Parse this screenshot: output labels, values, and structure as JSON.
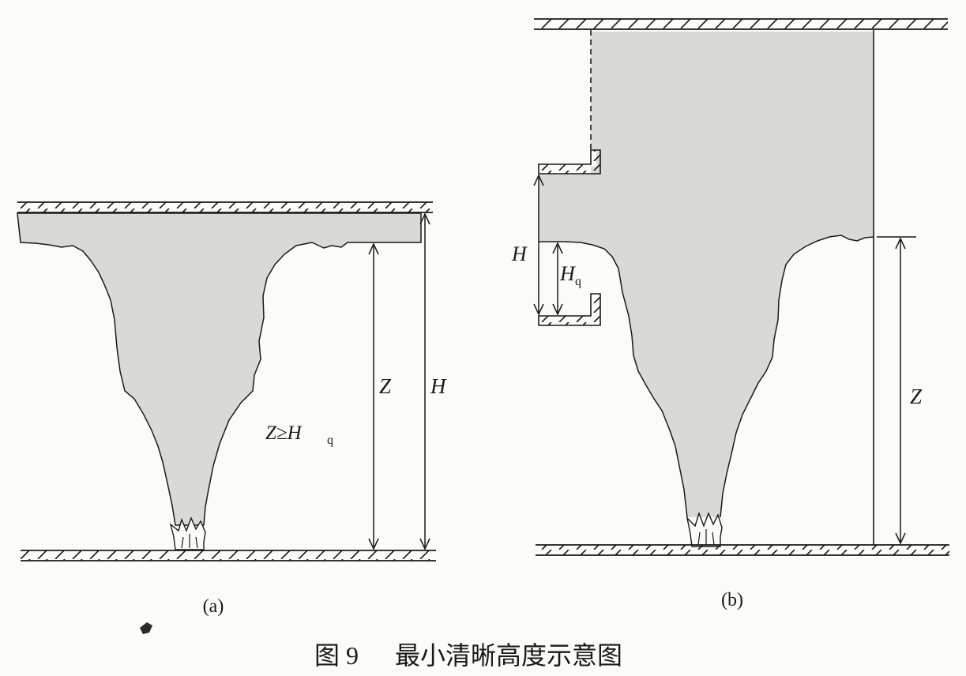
{
  "figure": {
    "caption_number": "图 9",
    "caption_text": "最小清晰高度示意图"
  },
  "panel_a": {
    "label": "(a)",
    "dim_Z": "Z",
    "dim_H": "H",
    "condition_main": "Z≥H",
    "condition_sub": "q"
  },
  "panel_b": {
    "label": "(b)",
    "dim_H": "H",
    "dim_Hq_main": "H",
    "dim_Hq_sub": "q",
    "dim_Z": "Z"
  },
  "colors": {
    "smoke": "#d9d9d6",
    "line": "#1a1a1a",
    "paper": "#fbfbf8"
  }
}
